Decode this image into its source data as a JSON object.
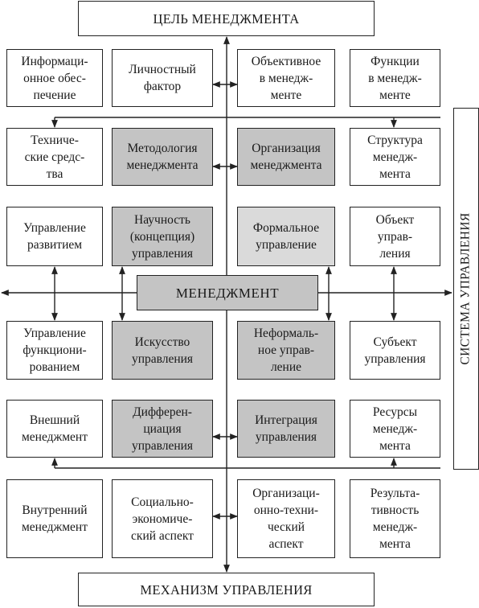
{
  "top_title": "ЦЕЛЬ МЕНЕДЖМЕНТА",
  "bottom_title": "МЕХАНИЗМ УПРАВЛЕНИЯ",
  "center_label": "МЕНЕДЖМЕНТ",
  "side_label": "СИСТЕМА УПРАВЛЕНИЯ",
  "rows": [
    [
      "Информаци-\nонное обес-\nпечение",
      "Личностный\nфактор",
      "Объективное\nв менедж-\nменте",
      "Функции\nв менедж-\nменте"
    ],
    [
      "Техниче-\nские средс-\nтва",
      "Методология\nменеджмента",
      "Организация\nменеджмента",
      "Структура\nменедж-\nмента"
    ],
    [
      "Управление\nразвитием",
      "Научность\n(концепция)\nуправления",
      "Формальное\nуправление",
      "Объект\nуправ-\nления"
    ],
    [
      "Управление\nфункциони-\nрованием",
      "Искусство\nуправления",
      "Неформаль-\nное управ-\nление",
      "Субъект\nуправления"
    ],
    [
      "Внешний\nменеджмент",
      "Дифферен-\nциация\nуправления",
      "Интеграция\nуправления",
      "Ресурсы\nменедж-\nмента"
    ],
    [
      "Внутренний\nменеджмент",
      "Социально-\nэкономиче-\nский аспект",
      "Организаци-\nонно-техни-\nческий\nаспект",
      "Результа-\nтивность\nменедж-\nмента"
    ]
  ],
  "colors": {
    "line": "#222222",
    "shaded": "#c4c4c4",
    "light_shaded": "#dadada"
  }
}
